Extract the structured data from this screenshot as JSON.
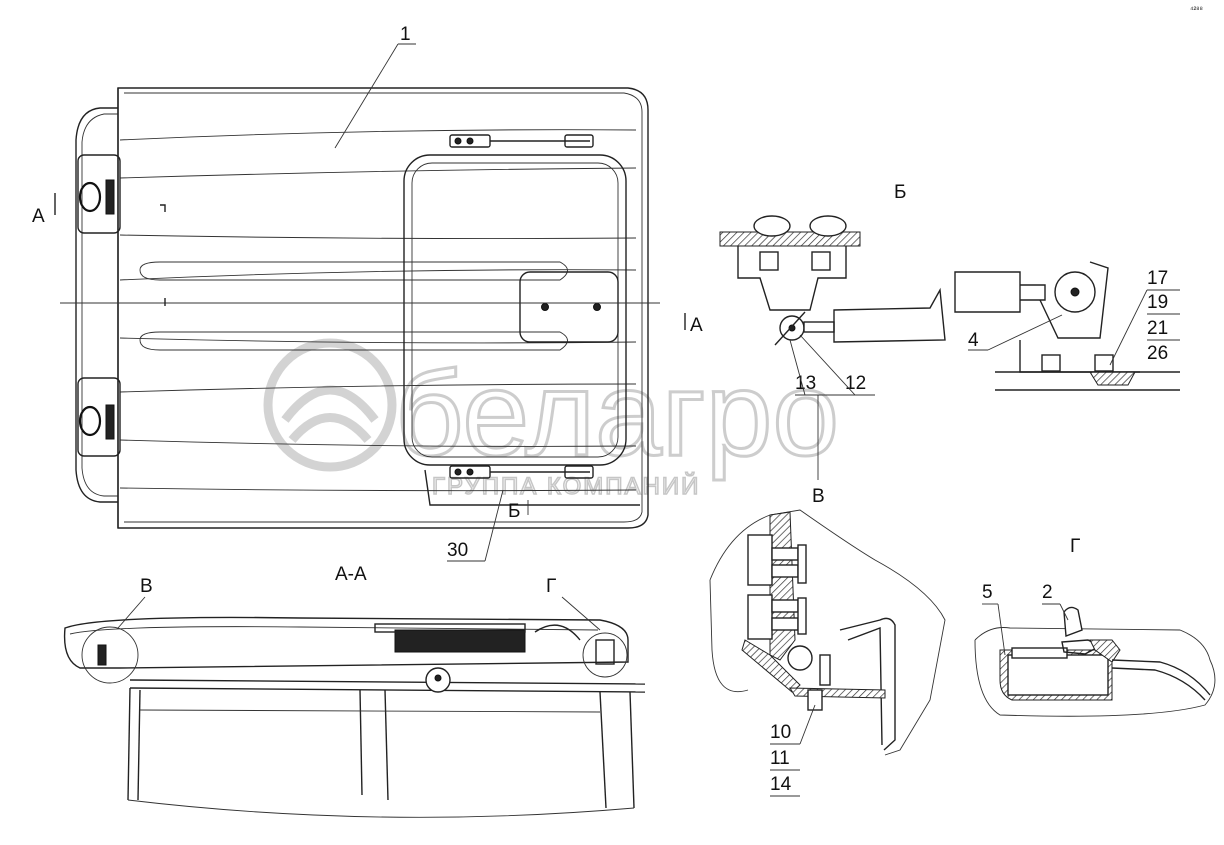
{
  "page_mark": "⁴²⁸⁸",
  "watermark": {
    "brand": "белагро",
    "subtitle": "ГРУППА КОМПАНИЙ"
  },
  "views": {
    "main_title_marker": "1",
    "section_marker_left": "А",
    "section_marker_right": "А",
    "detail_b_marker": "Б",
    "part_30": "30",
    "section_title": "А-А",
    "detail_v_marker": "В",
    "detail_g_marker": "Г"
  },
  "detail_b": {
    "title": "Б",
    "callouts": [
      "4",
      "13",
      "12"
    ],
    "stack": [
      "17",
      "19",
      "21",
      "26"
    ],
    "pointer_v": "В"
  },
  "detail_v": {
    "stack": [
      "10",
      "11",
      "14"
    ]
  },
  "detail_g": {
    "title": "Г",
    "callouts": [
      "5",
      "2"
    ]
  }
}
